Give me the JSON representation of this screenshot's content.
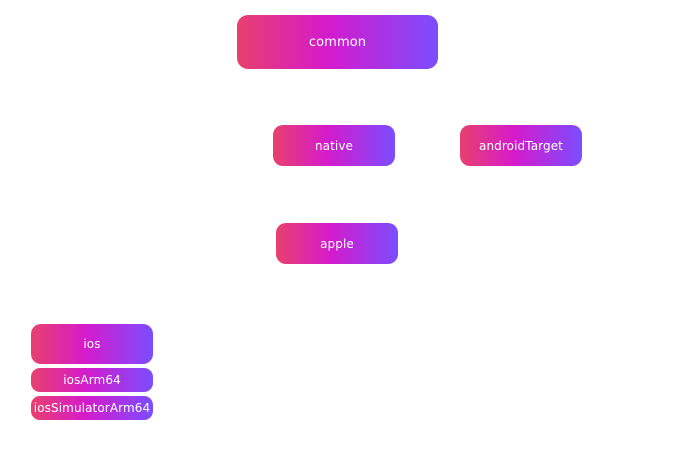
{
  "nodes": {
    "common": "common",
    "native": "native",
    "android_target": "androidTarget",
    "apple": "apple",
    "ios": "ios",
    "ios_arm64": "iosArm64",
    "ios_simulator_arm64": "iosSimulatorArm64"
  },
  "colors": {
    "gradient_start": "#e8406e",
    "gradient_mid": "#d41bcc",
    "gradient_end": "#7b4dff",
    "text": "#ffffff",
    "background": "#ffffff"
  }
}
